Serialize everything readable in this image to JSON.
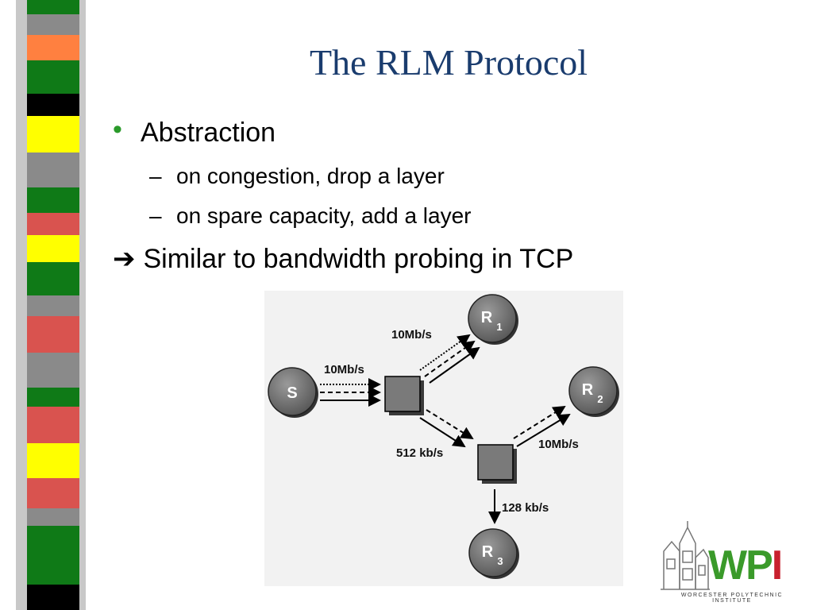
{
  "slide": {
    "title": "The RLM Protocol",
    "bullets": {
      "main": "Abstraction",
      "sub": [
        "on congestion, drop a layer",
        "on spare capacity, add a layer"
      ],
      "conclusion": "Similar to bandwidth probing in TCP"
    }
  },
  "diagram": {
    "nodes": {
      "source": "S",
      "r1": "R",
      "r1_sub": "1",
      "r2": "R",
      "r2_sub": "2",
      "r3": "R",
      "r3_sub": "3"
    },
    "links": {
      "s_to_router": "10Mb/s",
      "router_to_r1": "10Mb/s",
      "router_to_router": "512 kb/s",
      "router_to_r2": "10Mb/s",
      "router_to_r3": "128 kb/s"
    }
  },
  "logo": {
    "word_w": "W",
    "word_p": "P",
    "word_i": "I",
    "caption": "WORCESTER POLYTECHNIC INSTITUTE"
  },
  "colors": {
    "title": "#1a3c6e",
    "bullet_dot": "#2a9a2a",
    "strip_green": "#0f7a17",
    "strip_yellow": "#ffff00",
    "strip_red": "#d9534f",
    "strip_orange": "#ff8040",
    "strip_grey": "#8a8a8a",
    "strip_black": "#000000"
  }
}
